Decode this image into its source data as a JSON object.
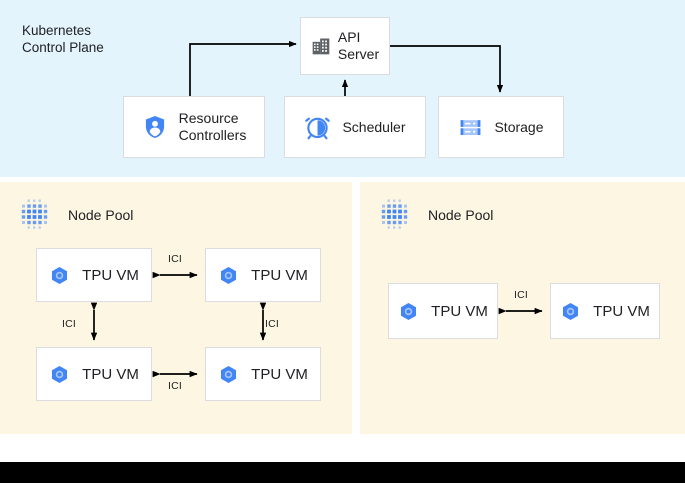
{
  "diagram": {
    "control_plane": {
      "title": "Kubernetes\nControl Plane",
      "background_color": "#e3f4fd",
      "nodes": [
        {
          "id": "api-server",
          "label": "API\nServer",
          "icon": "building-icon"
        },
        {
          "id": "resource-controllers",
          "label": "Resource\nControllers",
          "icon": "shield-user-icon"
        },
        {
          "id": "scheduler",
          "label": "Scheduler",
          "icon": "alarm-clock-icon"
        },
        {
          "id": "storage",
          "label": "Storage",
          "icon": "server-rack-icon"
        }
      ],
      "edges": [
        {
          "from": "resource-controllers",
          "to": "api-server",
          "direction": "one-way"
        },
        {
          "from": "scheduler",
          "to": "api-server",
          "direction": "one-way"
        },
        {
          "from": "api-server",
          "to": "storage",
          "direction": "one-way"
        }
      ]
    },
    "node_pools": [
      {
        "id": "node-pool-left",
        "title": "Node Pool",
        "icon": "node-cluster-icon",
        "background_color": "#fdf6e3",
        "vms": [
          {
            "id": "tpu-l-tl",
            "label": "TPU VM",
            "icon": "tpu-hexagon-icon"
          },
          {
            "id": "tpu-l-tr",
            "label": "TPU VM",
            "icon": "tpu-hexagon-icon"
          },
          {
            "id": "tpu-l-bl",
            "label": "TPU VM",
            "icon": "tpu-hexagon-icon"
          },
          {
            "id": "tpu-l-br",
            "label": "TPU VM",
            "icon": "tpu-hexagon-icon"
          }
        ],
        "links": [
          {
            "label": "ICI",
            "from": "tpu-l-tl",
            "to": "tpu-l-tr",
            "direction": "two-way",
            "orientation": "horizontal"
          },
          {
            "label": "ICI",
            "from": "tpu-l-bl",
            "to": "tpu-l-br",
            "direction": "two-way",
            "orientation": "horizontal"
          },
          {
            "label": "ICI",
            "from": "tpu-l-tl",
            "to": "tpu-l-bl",
            "direction": "two-way",
            "orientation": "vertical"
          },
          {
            "label": "ICI",
            "from": "tpu-l-tr",
            "to": "tpu-l-br",
            "direction": "two-way",
            "orientation": "vertical"
          }
        ]
      },
      {
        "id": "node-pool-right",
        "title": "Node Pool",
        "icon": "node-cluster-icon",
        "background_color": "#fdf6e3",
        "vms": [
          {
            "id": "tpu-r-l",
            "label": "TPU VM",
            "icon": "tpu-hexagon-icon"
          },
          {
            "id": "tpu-r-r",
            "label": "TPU VM",
            "icon": "tpu-hexagon-icon"
          }
        ],
        "links": [
          {
            "label": "ICI",
            "from": "tpu-r-l",
            "to": "tpu-r-r",
            "direction": "two-way",
            "orientation": "horizontal"
          }
        ]
      }
    ],
    "colors": {
      "accent_blue": "#4285f4",
      "panel_blue": "#e3f4fd",
      "panel_cream": "#fdf6e3",
      "box_border": "#dadce0",
      "text": "#202124",
      "arrow": "#000000",
      "icon_gray": "#5f6368",
      "bottom_bar": "#000000"
    }
  }
}
